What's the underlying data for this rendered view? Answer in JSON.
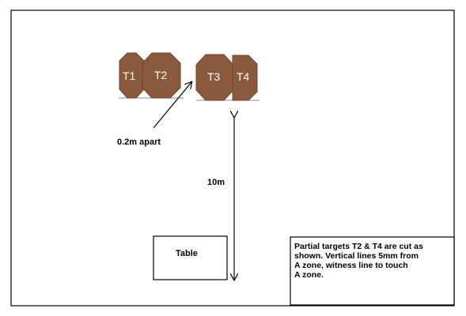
{
  "targets": [
    {
      "label": "T1"
    },
    {
      "label": "T2"
    },
    {
      "label": "T3"
    },
    {
      "label": "T4"
    }
  ],
  "target_color": "#8B5A3C",
  "target_edge_color": "#6E4630",
  "gap_label": "0.2m apart",
  "distance_label": "10m",
  "table_label": "Table",
  "note_lines": [
    "Partial targets T2 & T4 are cut as",
    "shown. Vertical lines 5mm from",
    "A zone, witness line to touch",
    "A zone."
  ]
}
